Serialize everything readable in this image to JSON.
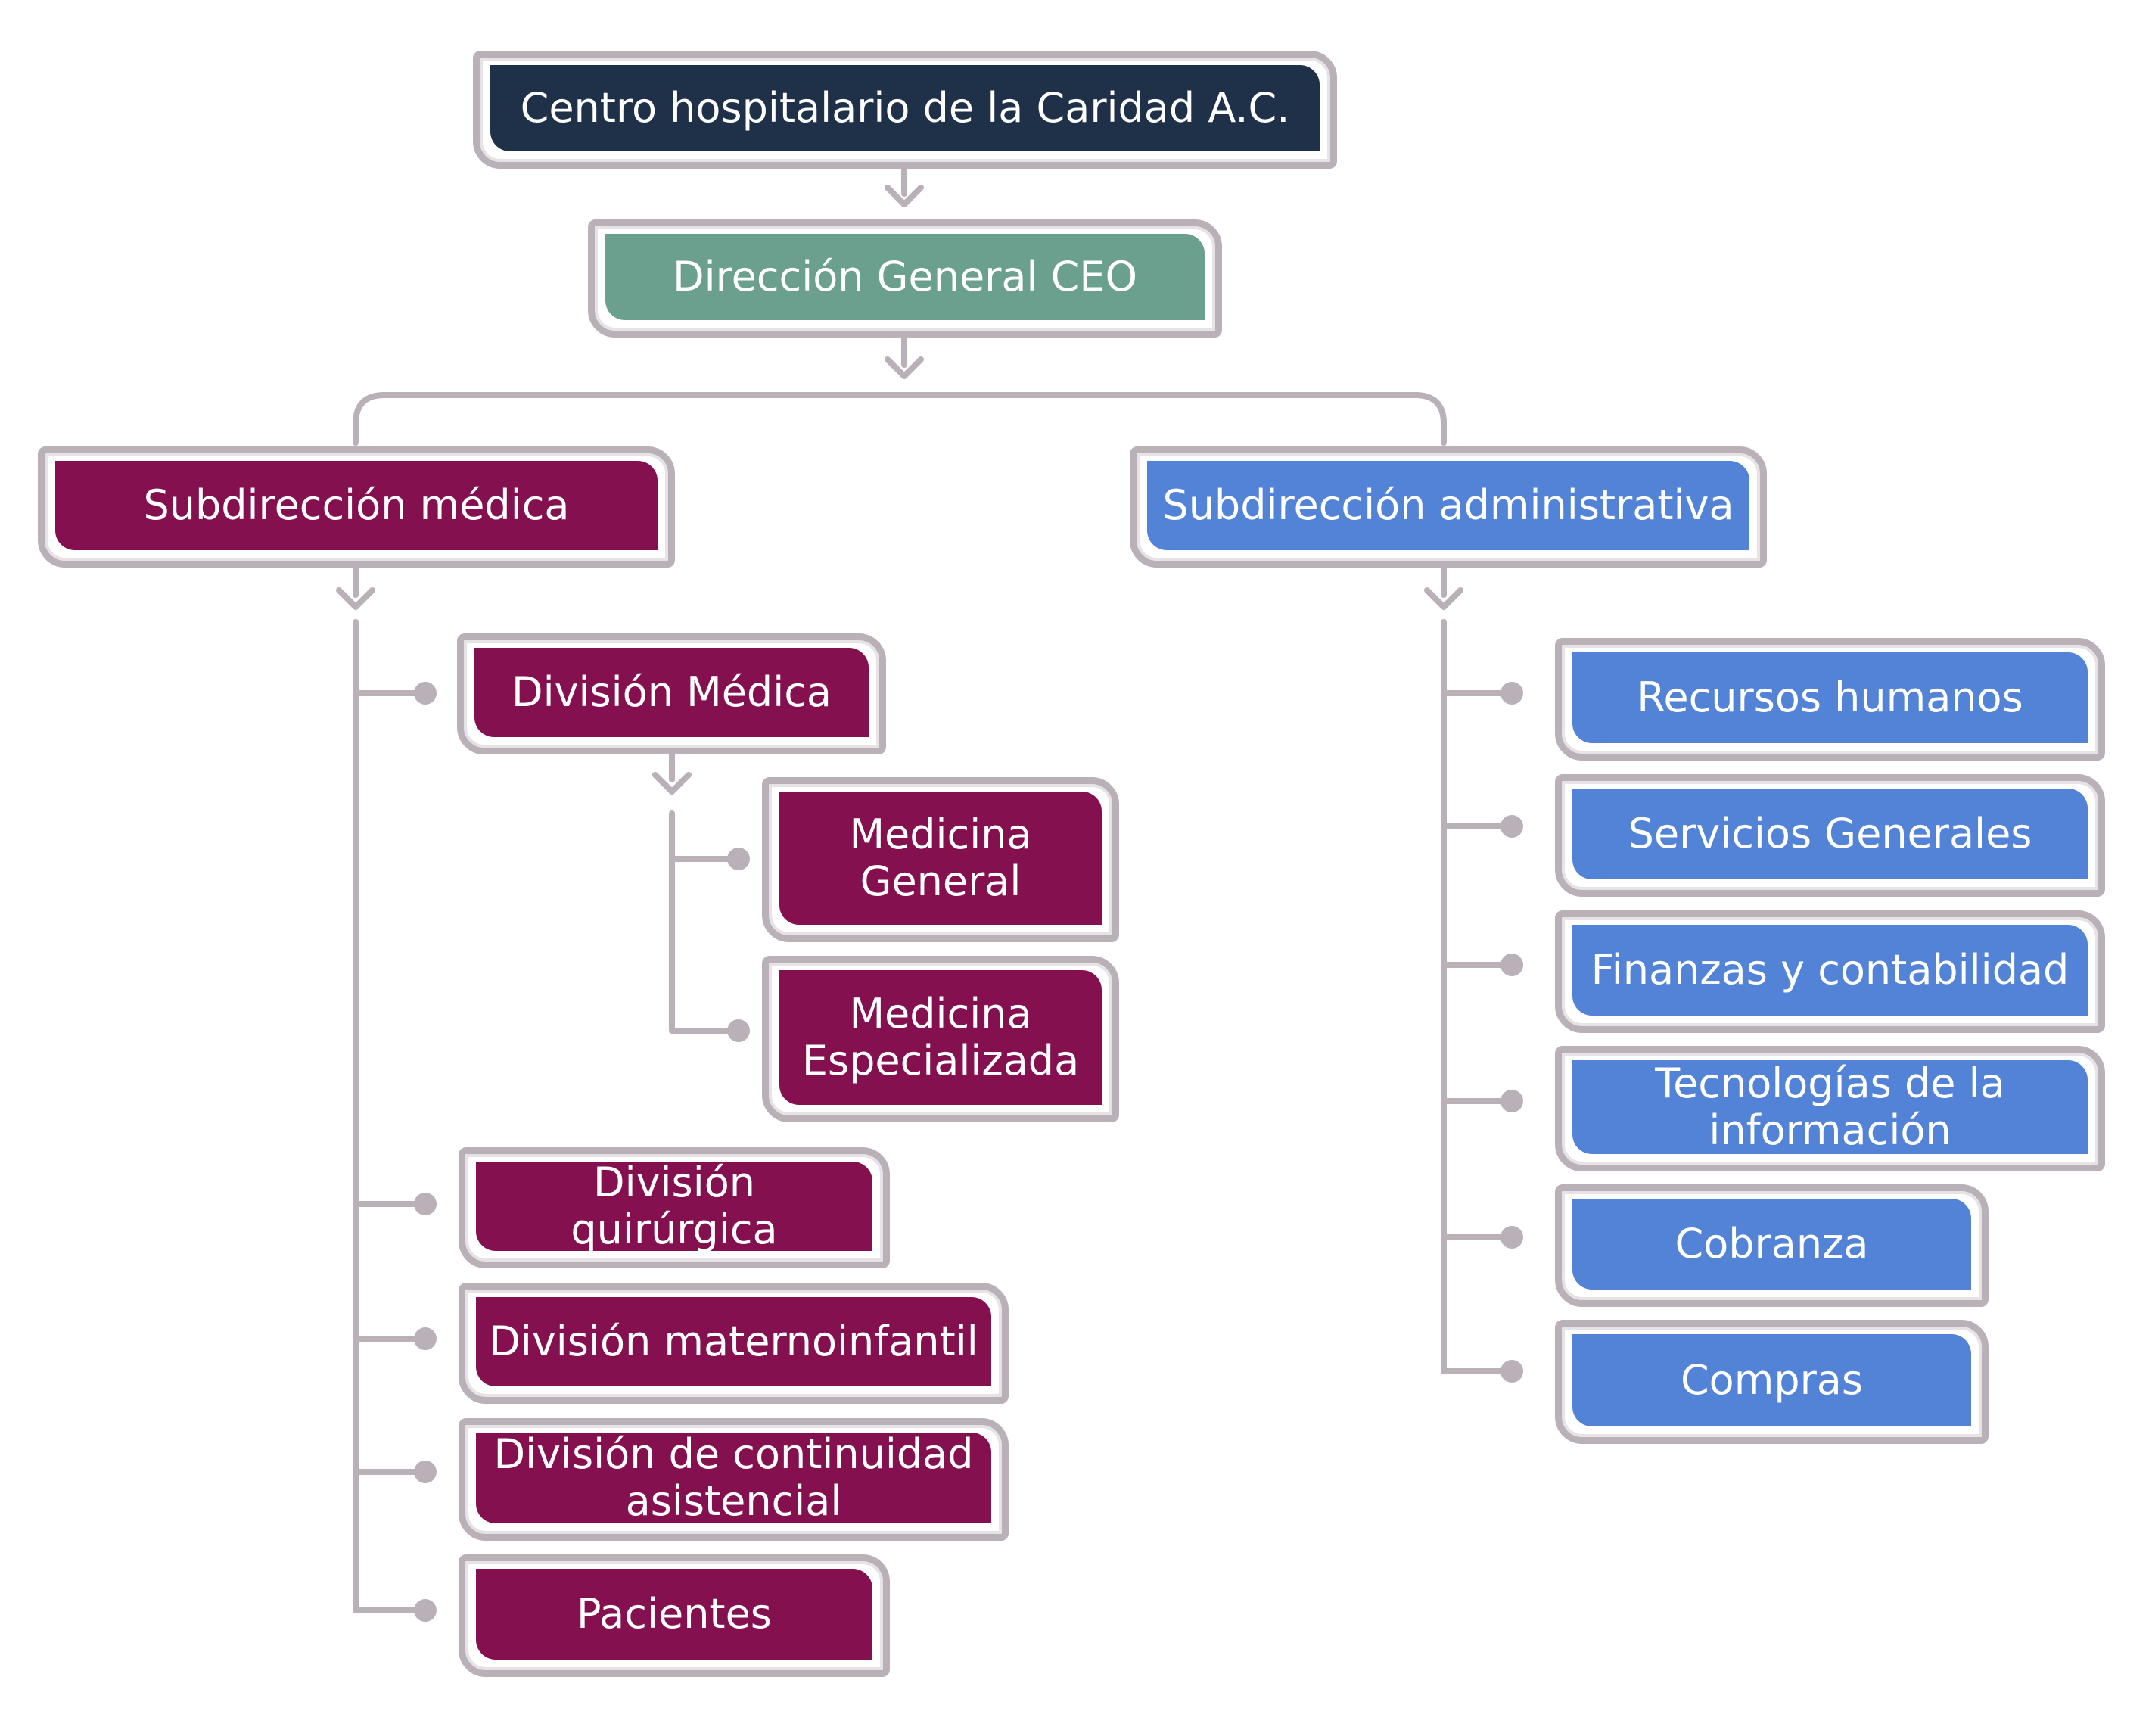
{
  "colors": {
    "root": "#1f3049",
    "ceo": "#6aa08d",
    "medical": "#84104f",
    "admin": "#5283d6",
    "connector": "#b9b0b8"
  },
  "root": {
    "label": "Centro hospitalario de la Caridad A.C."
  },
  "ceo": {
    "label": "Dirección General CEO"
  },
  "medical": {
    "label": "Subdirección médica",
    "division_medica": {
      "label": "División Médica",
      "children": [
        {
          "label": "Medicina General"
        },
        {
          "label": "Medicina Especializada"
        }
      ]
    },
    "divisions": [
      {
        "label": "División quirúrgica"
      },
      {
        "label": "División maternoinfantil"
      },
      {
        "label": "División de continuidad asistencial"
      },
      {
        "label": "Pacientes"
      }
    ]
  },
  "admin": {
    "label": "Subdirección administrativa",
    "units": [
      {
        "label": "Recursos humanos"
      },
      {
        "label": "Servicios Generales"
      },
      {
        "label": "Finanzas y contabilidad"
      },
      {
        "label": "Tecnologías de la información"
      },
      {
        "label": "Cobranza"
      },
      {
        "label": "Compras"
      }
    ]
  }
}
